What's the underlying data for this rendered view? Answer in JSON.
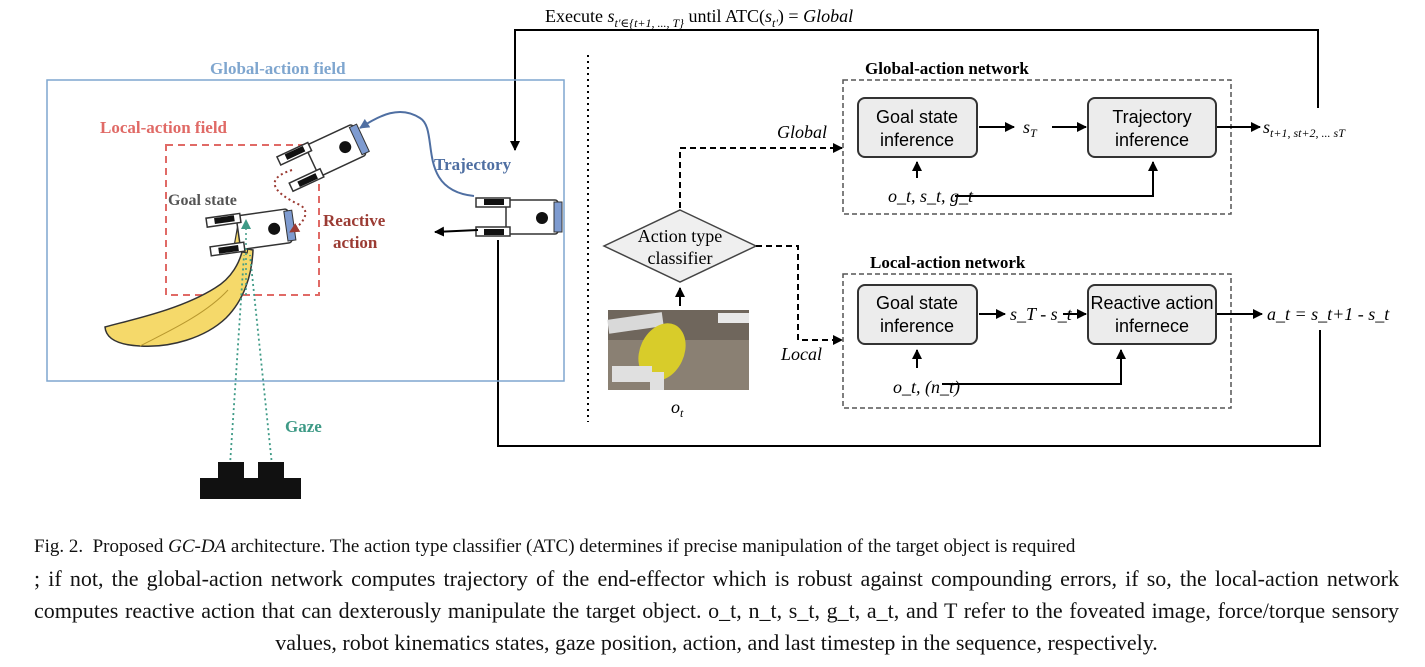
{
  "diagram": {
    "top_label": {
      "prefix": "Execute ",
      "state": "s",
      "subscript": "t'∈{t+1, ..., T}",
      "middle": " until ATC(",
      "arg_s": "s",
      "arg_sub": "t'",
      "suffix": ") = ",
      "value": "Global"
    },
    "left_panel": {
      "global_field_label": "Global-action field",
      "local_field_label": "Local-action field",
      "goal_state_label": "Goal state",
      "trajectory_label": "Trajectory",
      "reactive_label_line1": "Reactive",
      "reactive_label_line2": "action",
      "gaze_label": "Gaze"
    },
    "classifier": {
      "line1": "Action type",
      "line2": "classifier",
      "image_label": "o",
      "image_label_sub": "t",
      "global_branch": "Global",
      "local_branch": "Local"
    },
    "global_network": {
      "title": "Global-action network",
      "box1_line1": "Goal state",
      "box1_line2": "inference",
      "mid_var": "s",
      "mid_var_sub": "T",
      "box2_line1": "Trajectory",
      "box2_line2": "inference",
      "output": "s",
      "output_tail": "t+1, s",
      "output_tail2": "t+2, ... s",
      "output_T": "T",
      "inputs": "o",
      "inputs_text": "o_t, s_t, g_t"
    },
    "local_network": {
      "title": "Local-action network",
      "box1_line1": "Goal state",
      "box1_line2": "inference",
      "mid_var_text": "s_T - s_t",
      "box2_line1": "Reactive action",
      "box2_line2": "infernece",
      "output_text": "a_t = s_t+1 - s_t",
      "inputs_text": "o_t, (n_t)"
    }
  },
  "caption": {
    "fig_label": "Fig. 2.",
    "line1_pre": "Proposed ",
    "line1_em": "GC-DA",
    "line1_post": " architecture. The action type classifier (ATC) determines if precise manipulation of the target object is required",
    "body": "; if not, the global-action network computes trajectory of the end-effector which is robust against compounding errors, if so, the local-action network computes reactive action that can dexterously manipulate the target object. o_t, n_t, s_t, g_t, a_t, and T refer to the foveated image, force/torque sensory values, robot kinematics states, gaze position, action, and last timestep in the sequence, respectively."
  },
  "colors": {
    "global_field": "#7fa6cf",
    "local_field": "#e06a66",
    "trajectory": "#4f6fa2",
    "reactive": "#9b3b33",
    "gaze": "#3e9a86",
    "box_fill": "#ececec",
    "banana": "#f5d96a"
  }
}
